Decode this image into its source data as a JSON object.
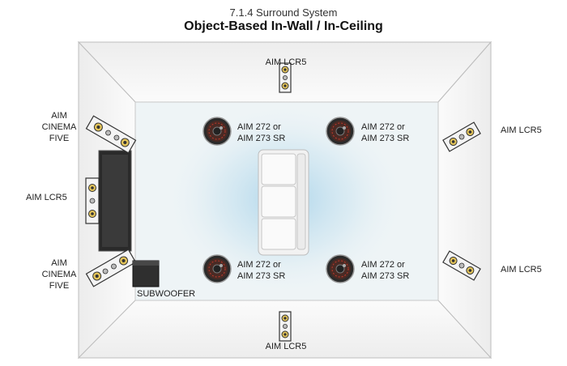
{
  "header": {
    "subtitle": "7.1.4 Surround System",
    "title": "Object-Based In-Wall / In-Ceiling"
  },
  "labels": {
    "top_center": "AIM LCR5",
    "bottom_center": "AIM LCR5",
    "right_upper": "AIM LCR5",
    "right_lower": "AIM LCR5",
    "left_center": "AIM LCR5",
    "left_upper": [
      "AIM",
      "CINEMA",
      "FIVE"
    ],
    "left_lower": [
      "AIM",
      "CINEMA",
      "FIVE"
    ],
    "ceiling_fl": [
      "AIM 272 or",
      "AIM 273 SR"
    ],
    "ceiling_fr": [
      "AIM 272 or",
      "AIM 273 SR"
    ],
    "ceiling_rl": [
      "AIM 272 or",
      "AIM 273 SR"
    ],
    "ceiling_rr": [
      "AIM 272 or",
      "AIM 273 SR"
    ],
    "subwoofer": "SUBWOOFER"
  },
  "colors": {
    "room_wall": "#f7f7f7",
    "room_edge": "#bdbdbd",
    "floor": "#eef4f6",
    "sound_glow": "#a9d3ea",
    "woofer_gold": "#e3c45a",
    "screen": "#2a2a2a"
  }
}
